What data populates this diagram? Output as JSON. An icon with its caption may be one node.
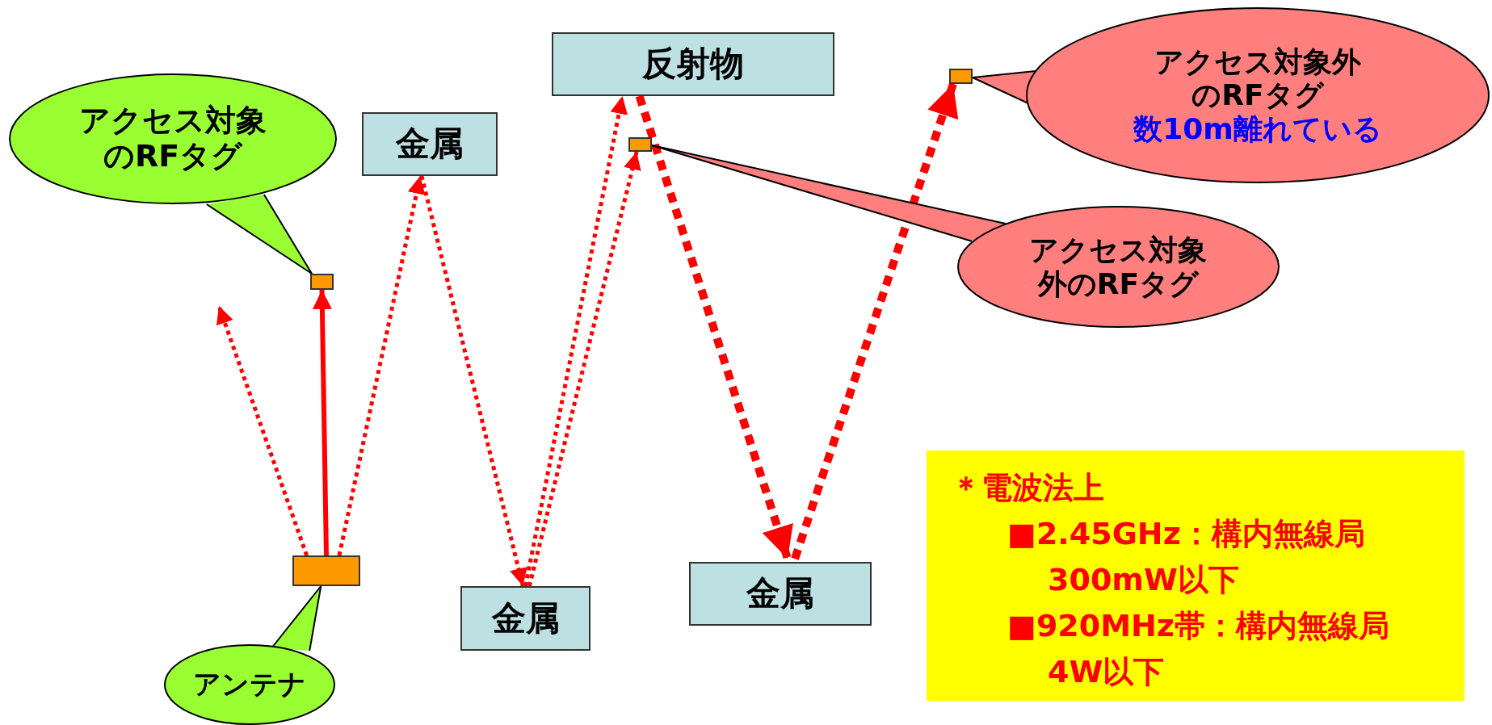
{
  "diagram": {
    "nodes": [
      {
        "text": [],
        "shape": "box"
      },
      {
        "text": [
          "アンテナ"
        ]
      },
      {
        "text": [
          "アクセス対象のRFタグ"
        ]
      },
      {
        "text": [],
        "shape": "box"
      },
      {
        "text": [
          "金属"
        ]
      },
      {
        "text": [
          "金属"
        ]
      },
      {
        "text": [
          "反射物"
        ]
      },
      {
        "text": [],
        "shape": "box"
      },
      {
        "text": [
          "金属"
        ]
      },
      {
        "text": [],
        "shape": "box"
      },
      {
        "text": [
          "アクセス対象外のRFタグ",
          "数10m離れている"
        ]
      },
      {
        "text": [
          "アクセス対象外のRFタグ"
        ]
      },
      {
        "text": [
          "＊電波法上",
          "■2.45GHz：構内無線局 300mW以下",
          "■920MHz帯：構内無線局 4W以下"
        ]
      }
    ],
    "edges": [
      {
        "from": 0,
        "to": 3,
        "arrow": "to"
      },
      {
        "from": 0,
        "to": null,
        "arrow": "to",
        "style": "dashed"
      },
      {
        "from": 0,
        "to": 4,
        "arrow": "to",
        "style": "dashed"
      },
      {
        "from": 4,
        "to": 5,
        "arrow": "to",
        "style": "dashed"
      },
      {
        "from": 5,
        "to": 6,
        "arrow": "to",
        "style": "dashed"
      },
      {
        "from": 5,
        "to": 7,
        "arrow": "to",
        "style": "dashed"
      },
      {
        "from": 6,
        "to": 8,
        "arrow": "to",
        "style": "dashed"
      },
      {
        "from": 8,
        "to": 9,
        "arrow": "to",
        "style": "dashed"
      },
      {
        "from": 1,
        "to": 0,
        "arrow": "none",
        "color": "#000000"
      },
      {
        "from": 2,
        "to": 3,
        "arrow": "none",
        "color": "#000000"
      },
      {
        "from": 11,
        "to": 7,
        "arrow": "none",
        "color": "#000000"
      },
      {
        "from": 10,
        "to": 9,
        "arrow": "none",
        "color": "#000000"
      }
    ]
  }
}
